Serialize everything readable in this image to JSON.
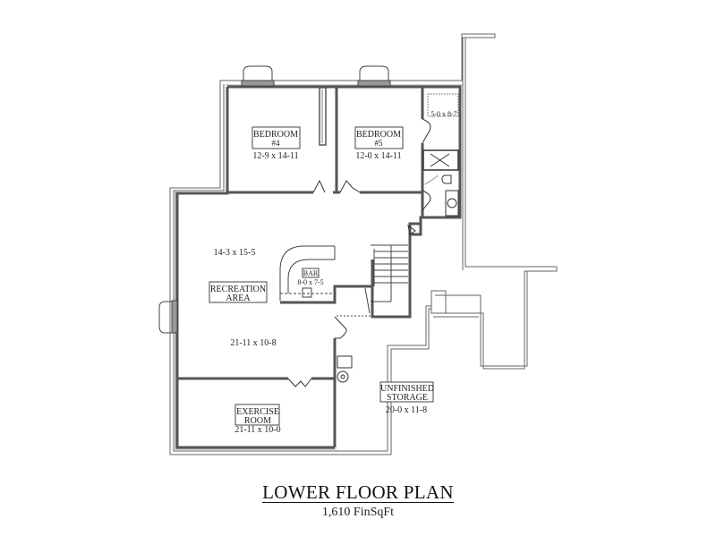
{
  "title": "LOWER FLOOR PLAN",
  "subtitle": "1,610 FinSqFt",
  "rooms": {
    "bedroom4": {
      "name_line1": "BEDROOM",
      "name_line2": "#4",
      "dims": "12-9 x 14-11"
    },
    "bedroom5": {
      "name_line1": "BEDROOM",
      "name_line2": "#5",
      "dims": "12-0 x 14-11"
    },
    "closet": {
      "dims": "5-0 x 8-7"
    },
    "recreation": {
      "name_line1": "RECREATION",
      "name_line2": "AREA",
      "dims_upper": "14-3 x 15-5",
      "dims_lower": "21-11 x 10-8"
    },
    "bar": {
      "name": "BAR",
      "dims": "8-0 x 7-5"
    },
    "exercise": {
      "name_line1": "EXERCISE",
      "name_line2": "ROOM",
      "dims": "21-11 x 10-0"
    },
    "storage": {
      "name_line1": "UNFINISHED",
      "name_line2": "STORAGE",
      "dims": "20-0 x 11-8"
    }
  },
  "colors": {
    "wall": "#555555",
    "wall_fill": "#8a8a8a",
    "line": "#333333",
    "background": "#ffffff"
  }
}
